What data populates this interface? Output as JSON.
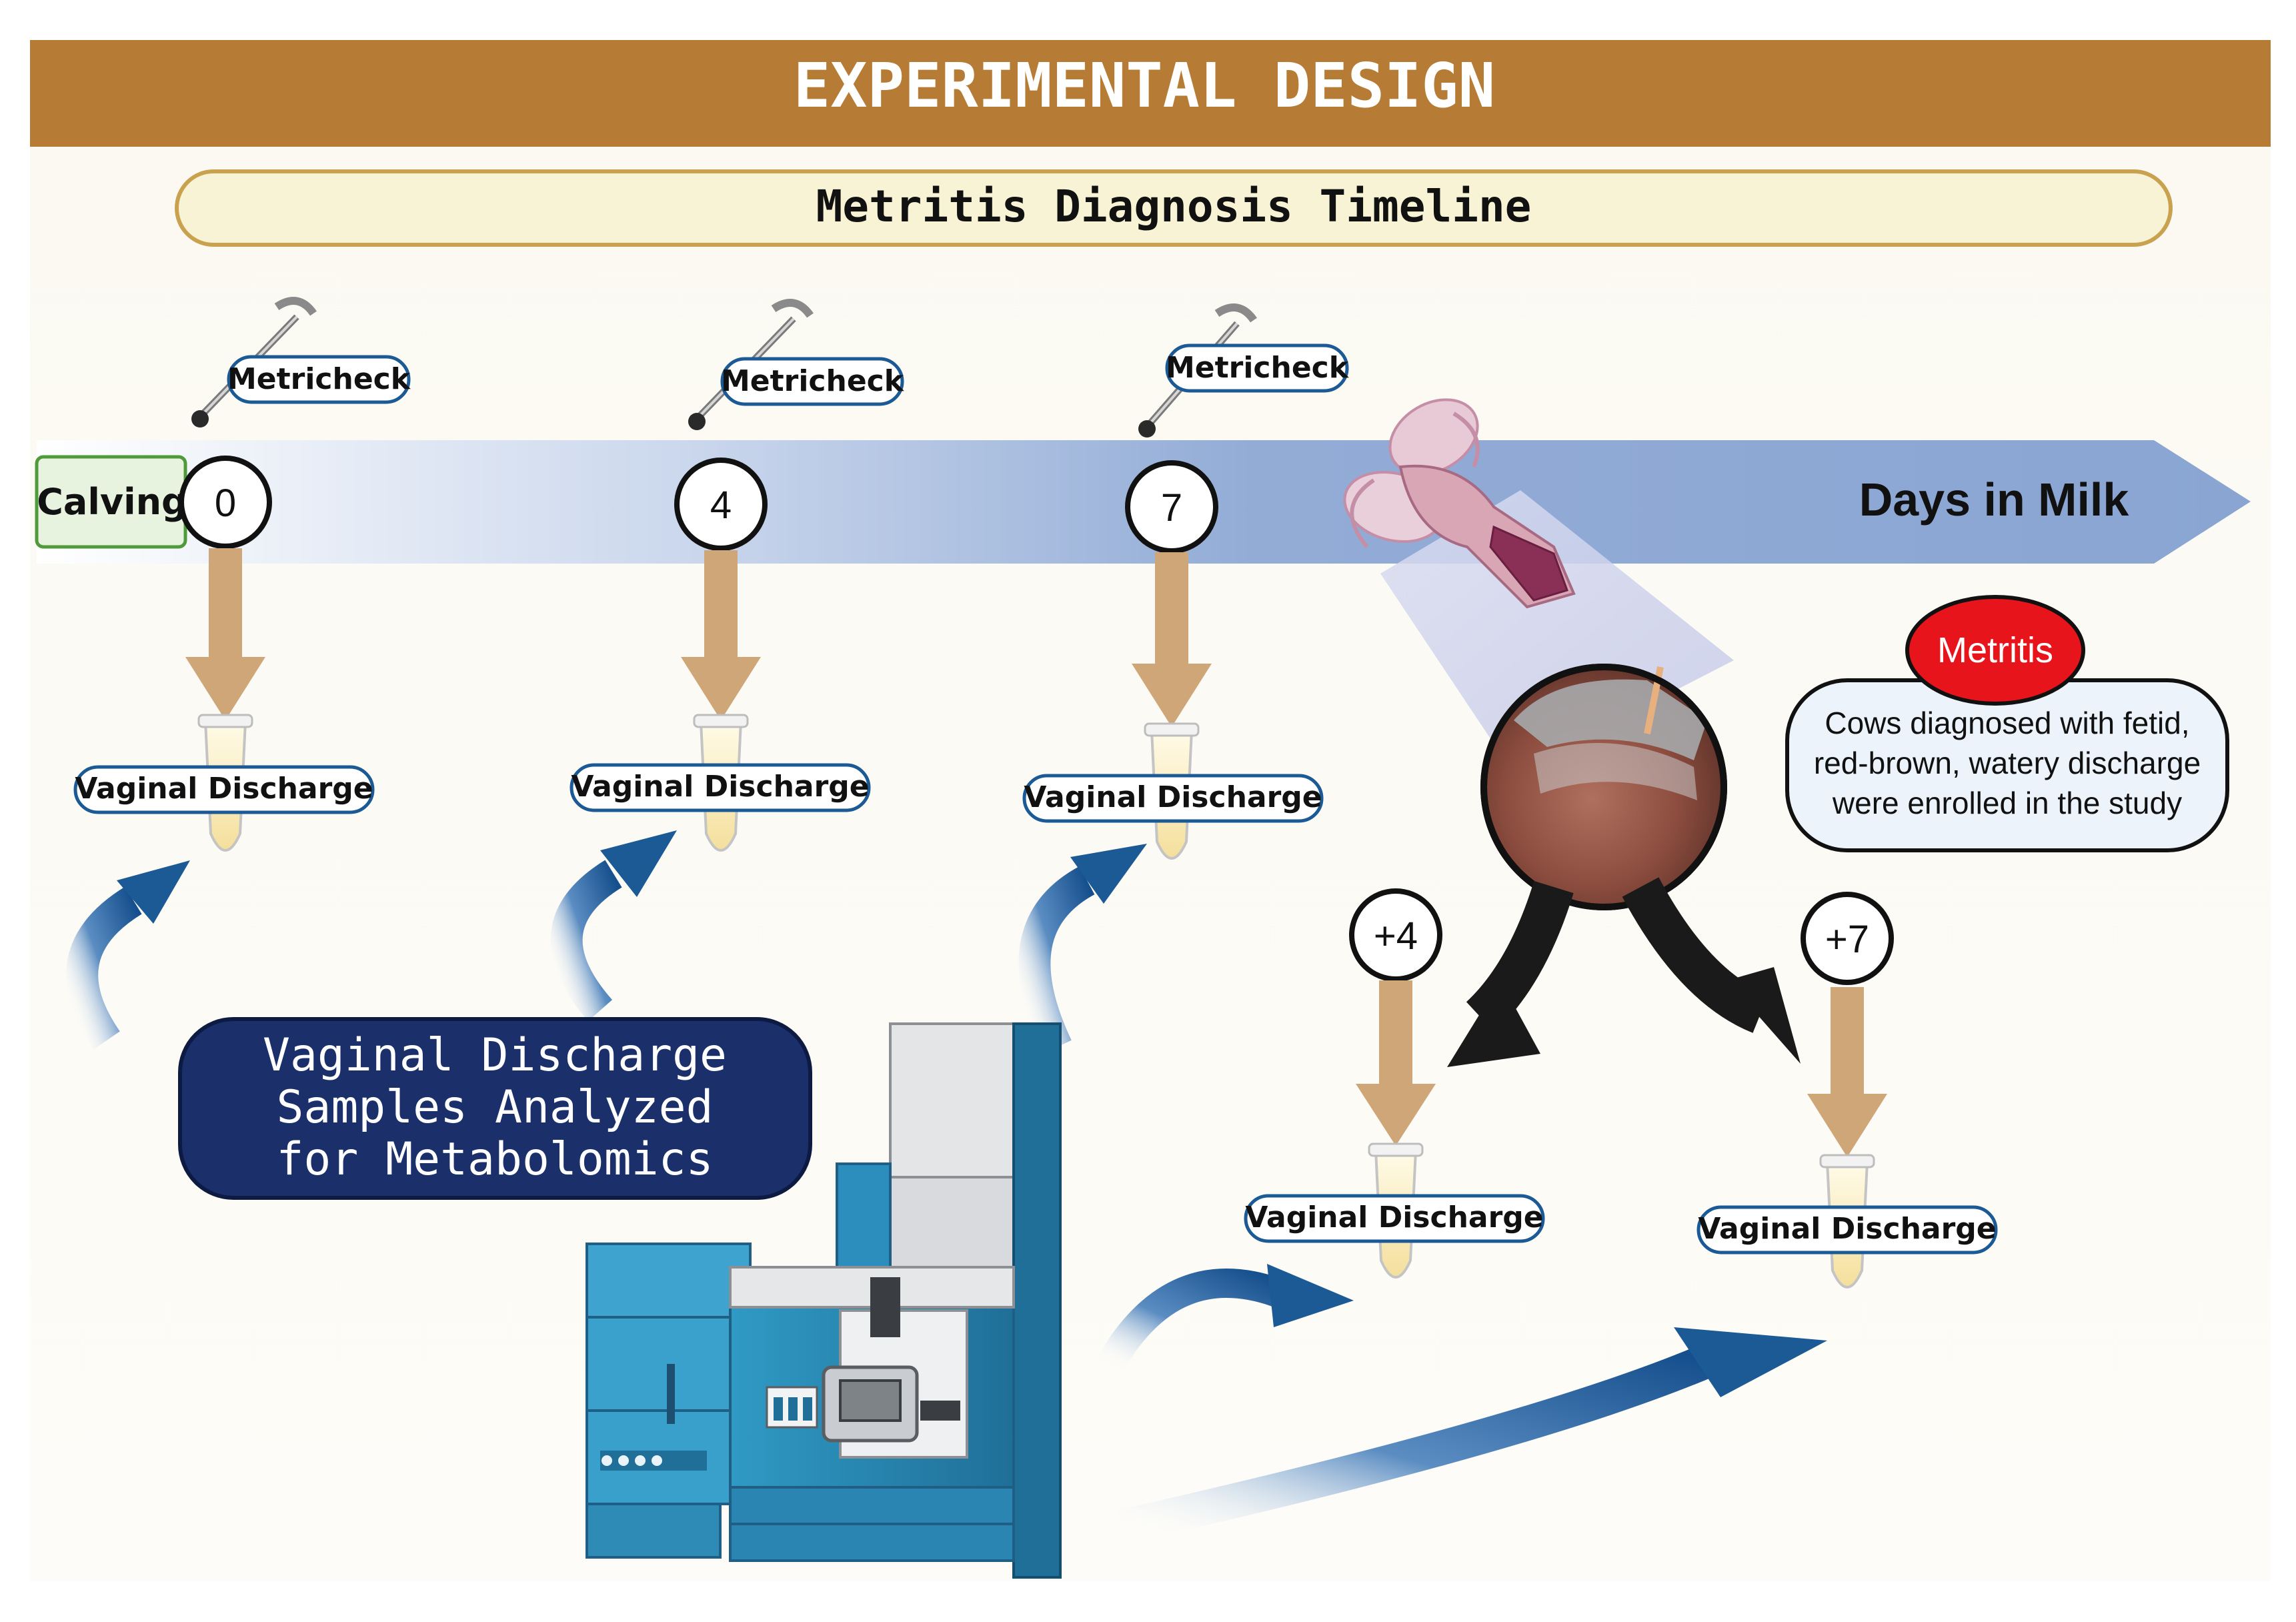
{
  "header": {
    "title": "EXPERIMENTAL DESIGN"
  },
  "subheader": {
    "title": "Metritis Diagnosis Timeline"
  },
  "timeline": {
    "axis_label": "Days in Milk",
    "start_label": "Calving",
    "tool_label": "Metricheck",
    "sample_label": "Vaginal Discharge",
    "days": [
      {
        "day": "0",
        "tool_label": "Metricheck",
        "sample_label": "Vaginal Discharge"
      },
      {
        "day": "4",
        "tool_label": "Metricheck",
        "sample_label": "Vaginal Discharge"
      },
      {
        "day": "7",
        "tool_label": "Metricheck",
        "sample_label": "Vaginal Discharge"
      }
    ],
    "followups": [
      {
        "day": "+4",
        "sample_label": "Vaginal Discharge"
      },
      {
        "day": "+7",
        "sample_label": "Vaginal Discharge"
      }
    ]
  },
  "metritis": {
    "badge": "Metritis",
    "badge_color": "#e8141c",
    "description_lines": [
      "Cows diagnosed with fetid,",
      "red-brown, watery discharge",
      "were enrolled in the study"
    ]
  },
  "analysis": {
    "lines": [
      "Vaginal Discharge",
      "Samples Analyzed",
      "for Metabolomics"
    ],
    "box_color": "#1b2f6b"
  },
  "colors": {
    "header": "#b67b35",
    "subheader_fill": "#f7f3d4",
    "timeline": "#8ea9d4",
    "sample_arrow": "#cfa677",
    "flow_arrow": "#1c5a95"
  },
  "icons": [
    "metricheck-icon",
    "sample-tube-icon",
    "uterus-icon",
    "discharge-photo",
    "mass-spectrometer-icon"
  ]
}
